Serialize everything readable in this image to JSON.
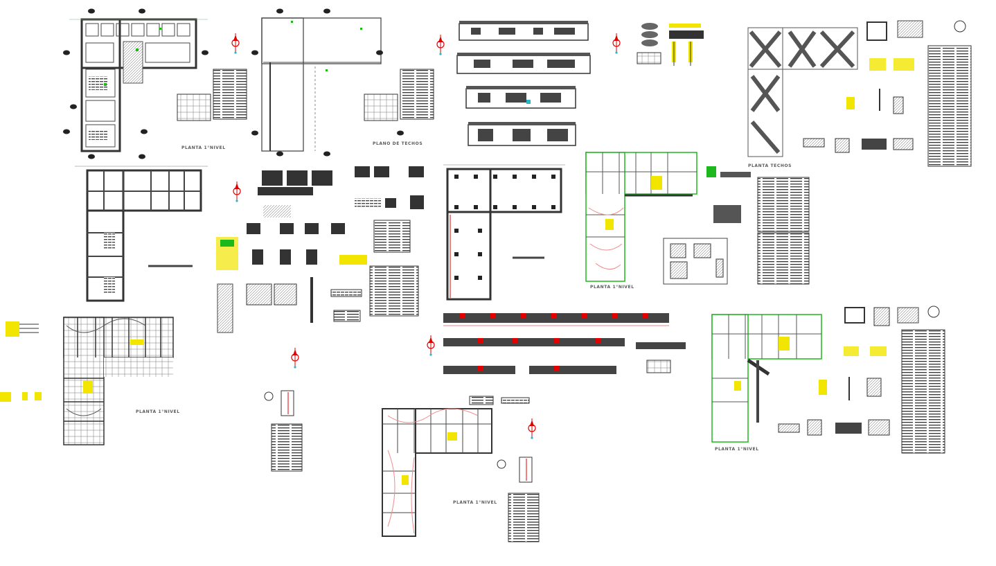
{
  "labels": {
    "planta_primer_nivel": "PLANTA 1°NIVEL",
    "plano_de_techos": "PLANO DE TECHOS",
    "planta_techos": "PLANTA TECHOS"
  },
  "colors": {
    "background": "#ffffff",
    "linework": "#3a3a3a",
    "dense": "#4a4a4a",
    "accent_red": "#e00000",
    "accent_green": "#1db81d",
    "accent_yellow": "#f2e600",
    "accent_cyan": "#2ab7c9",
    "pink_wiring": "#f08a8a"
  },
  "icons": {
    "north_arrow": "north-arrow-icon"
  }
}
